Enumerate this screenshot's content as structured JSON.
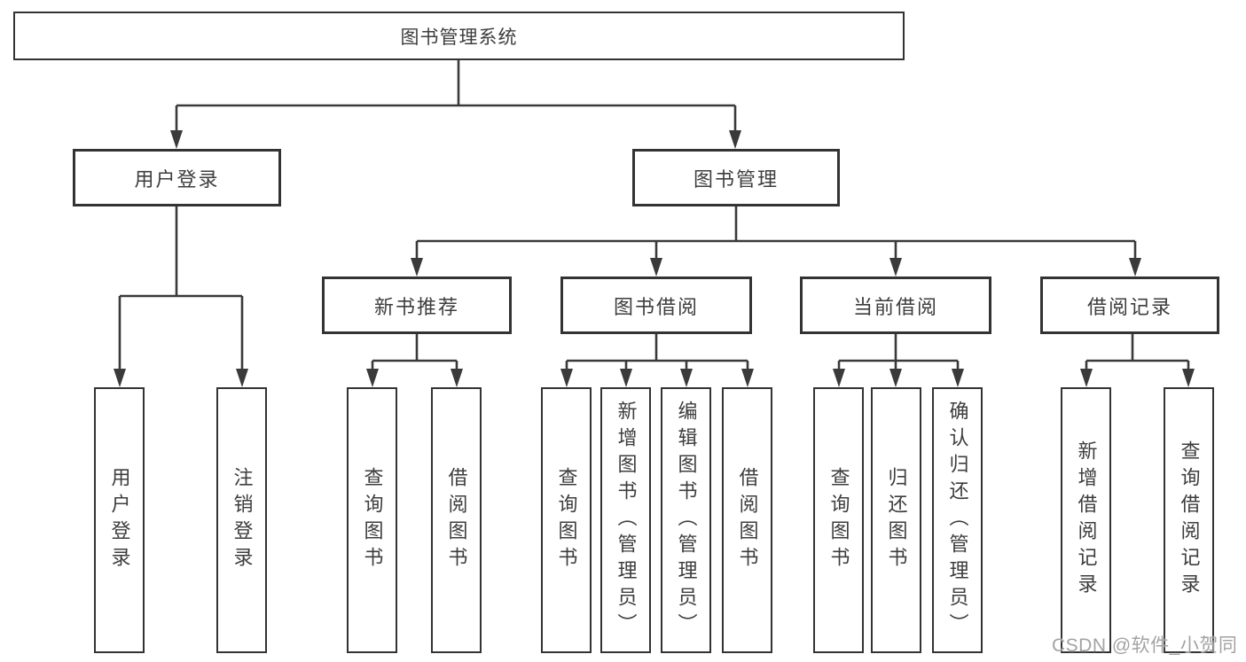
{
  "colors": {
    "line": "#3a3a3a",
    "border": "#333333",
    "text": "#3d3d3d",
    "bg": "#ffffff",
    "watermark": "#a3a3a3"
  },
  "tree": {
    "root": {
      "label": "图书管理系统"
    },
    "branches": [
      {
        "label": "用户登录",
        "children": [
          {
            "label": "用户登录"
          },
          {
            "label": "注销登录"
          }
        ]
      },
      {
        "label": "图书管理",
        "children": [
          {
            "label": "新书推荐",
            "children": [
              {
                "label": "查询图书"
              },
              {
                "label": "借阅图书"
              }
            ]
          },
          {
            "label": "图书借阅",
            "children": [
              {
                "label": "查询图书"
              },
              {
                "label": "新增图书（管理员）"
              },
              {
                "label": "编辑图书（管理员）"
              },
              {
                "label": "借阅图书"
              }
            ]
          },
          {
            "label": "当前借阅",
            "children": [
              {
                "label": "查询图书"
              },
              {
                "label": "归还图书"
              },
              {
                "label": "确认归还（管理员）"
              }
            ]
          },
          {
            "label": "借阅记录",
            "children": [
              {
                "label": "新增借阅记录"
              },
              {
                "label": "查询借阅记录"
              }
            ]
          }
        ]
      }
    ]
  },
  "watermark": {
    "text": "CSDN @软件_小贺同学"
  }
}
